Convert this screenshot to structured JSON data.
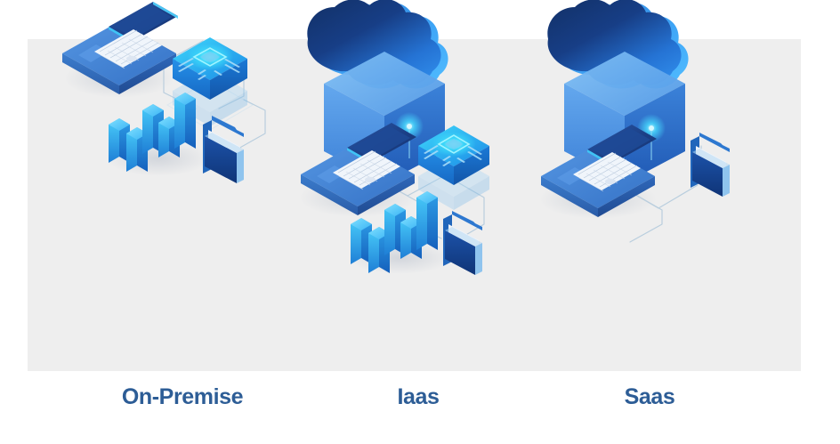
{
  "page": {
    "background_color": "#ffffff",
    "panel_color": "#eeeeee",
    "title_color": "#2d5d96"
  },
  "palette": {
    "cloud_dark": "#15366f",
    "cloud_mid": "#1f5bb5",
    "cloud_light": "#2b7de0",
    "cloud_rim": "#3d9ff5",
    "box_face_left": "#4a8fe0",
    "box_face_right": "#2f6fd0",
    "box_top": "#6fb4f2",
    "laptop_base": "#3f7fd4",
    "laptop_base_dark": "#2a5fae",
    "laptop_screen": "#1c3f86",
    "screen_rim": "#3fc3f5",
    "keyboard": "#f2f6fb",
    "bar_light": "#3fc3f5",
    "bar_mid": "#1f8ae0",
    "bar_dark": "#1664c0",
    "server_top_glow": "#35e4fb",
    "server_face": "#1c7fe0",
    "server_face_dark": "#1560bd",
    "server_slot": "#9fd8f8",
    "folder_front": "#13418f",
    "folder_paper": "#eef3fa",
    "folder_back": "#8fc4ee",
    "connector": "#b9cede",
    "glow_dot": "#43d6fb",
    "shadow": "#dcdfe3"
  },
  "groups": [
    {
      "id": "on-premise",
      "label": "On-Premise",
      "has_cloud": false,
      "components": [
        "laptop",
        "server-cube",
        "bar-chart",
        "folder"
      ]
    },
    {
      "id": "iaas",
      "label": "Iaas",
      "has_cloud": true,
      "components": [
        "cloud",
        "cloud-box",
        "laptop",
        "server-cube",
        "bar-chart",
        "folder"
      ]
    },
    {
      "id": "saas",
      "label": "Saas",
      "has_cloud": true,
      "components": [
        "cloud",
        "cloud-box",
        "laptop",
        "folder"
      ]
    }
  ],
  "diagram": {
    "type": "isometric-infographic",
    "caption_row": [
      "On-Premise",
      "Iaas",
      "Saas"
    ],
    "description": "Three isometric cloud-service model illustrations compared side by side"
  }
}
